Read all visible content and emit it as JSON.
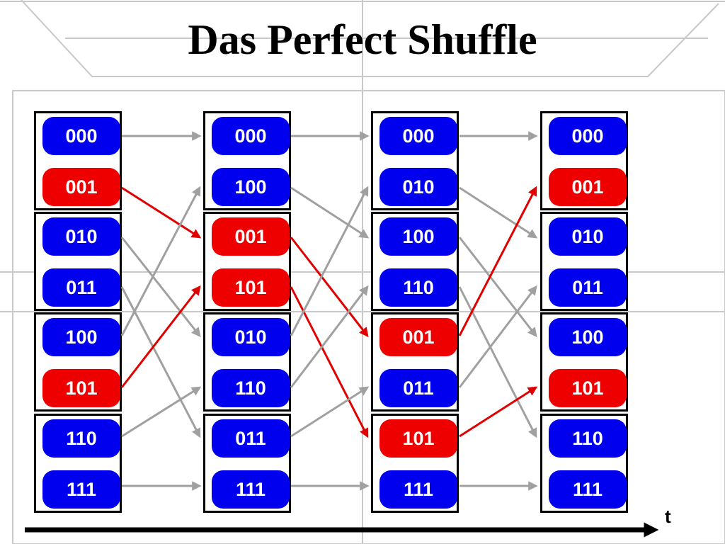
{
  "title": "Das Perfect Shuffle",
  "time_label": "t",
  "colors": {
    "blue": "#0000ee",
    "red": "#ee0000",
    "gray_arrow": "#a0a0a0",
    "red_arrow": "#e00000"
  },
  "stages": [
    {
      "name": "stage-1",
      "nodes": [
        {
          "label": "000",
          "color": "blue"
        },
        {
          "label": "001",
          "color": "red"
        },
        {
          "label": "010",
          "color": "blue"
        },
        {
          "label": "011",
          "color": "blue"
        },
        {
          "label": "100",
          "color": "blue"
        },
        {
          "label": "101",
          "color": "red"
        },
        {
          "label": "110",
          "color": "blue"
        },
        {
          "label": "111",
          "color": "blue"
        }
      ]
    },
    {
      "name": "stage-2",
      "nodes": [
        {
          "label": "000",
          "color": "blue"
        },
        {
          "label": "100",
          "color": "blue"
        },
        {
          "label": "001",
          "color": "red"
        },
        {
          "label": "101",
          "color": "red"
        },
        {
          "label": "010",
          "color": "blue"
        },
        {
          "label": "110",
          "color": "blue"
        },
        {
          "label": "011",
          "color": "blue"
        },
        {
          "label": "111",
          "color": "blue"
        }
      ]
    },
    {
      "name": "stage-3",
      "nodes": [
        {
          "label": "000",
          "color": "blue"
        },
        {
          "label": "010",
          "color": "blue"
        },
        {
          "label": "100",
          "color": "blue"
        },
        {
          "label": "110",
          "color": "blue"
        },
        {
          "label": "001",
          "color": "red"
        },
        {
          "label": "011",
          "color": "blue"
        },
        {
          "label": "101",
          "color": "red"
        },
        {
          "label": "111",
          "color": "blue"
        }
      ]
    },
    {
      "name": "stage-4",
      "nodes": [
        {
          "label": "000",
          "color": "blue"
        },
        {
          "label": "001",
          "color": "red"
        },
        {
          "label": "010",
          "color": "blue"
        },
        {
          "label": "011",
          "color": "blue"
        },
        {
          "label": "100",
          "color": "blue"
        },
        {
          "label": "101",
          "color": "red"
        },
        {
          "label": "110",
          "color": "blue"
        },
        {
          "label": "111",
          "color": "blue"
        }
      ]
    }
  ],
  "transitions": [
    [
      {
        "from": 0,
        "to": 0,
        "color": "gray"
      },
      {
        "from": 1,
        "to": 2,
        "color": "red"
      },
      {
        "from": 2,
        "to": 4,
        "color": "gray"
      },
      {
        "from": 3,
        "to": 6,
        "color": "gray"
      },
      {
        "from": 4,
        "to": 1,
        "color": "gray"
      },
      {
        "from": 5,
        "to": 3,
        "color": "red"
      },
      {
        "from": 6,
        "to": 5,
        "color": "gray"
      },
      {
        "from": 7,
        "to": 7,
        "color": "gray"
      }
    ],
    [
      {
        "from": 0,
        "to": 0,
        "color": "gray"
      },
      {
        "from": 1,
        "to": 2,
        "color": "gray"
      },
      {
        "from": 2,
        "to": 4,
        "color": "red"
      },
      {
        "from": 3,
        "to": 6,
        "color": "red"
      },
      {
        "from": 4,
        "to": 1,
        "color": "gray"
      },
      {
        "from": 5,
        "to": 3,
        "color": "gray"
      },
      {
        "from": 6,
        "to": 5,
        "color": "gray"
      },
      {
        "from": 7,
        "to": 7,
        "color": "gray"
      }
    ],
    [
      {
        "from": 0,
        "to": 0,
        "color": "gray"
      },
      {
        "from": 1,
        "to": 2,
        "color": "gray"
      },
      {
        "from": 2,
        "to": 4,
        "color": "gray"
      },
      {
        "from": 3,
        "to": 6,
        "color": "gray"
      },
      {
        "from": 4,
        "to": 1,
        "color": "red"
      },
      {
        "from": 5,
        "to": 3,
        "color": "gray"
      },
      {
        "from": 6,
        "to": 5,
        "color": "red"
      },
      {
        "from": 7,
        "to": 7,
        "color": "gray"
      }
    ]
  ]
}
